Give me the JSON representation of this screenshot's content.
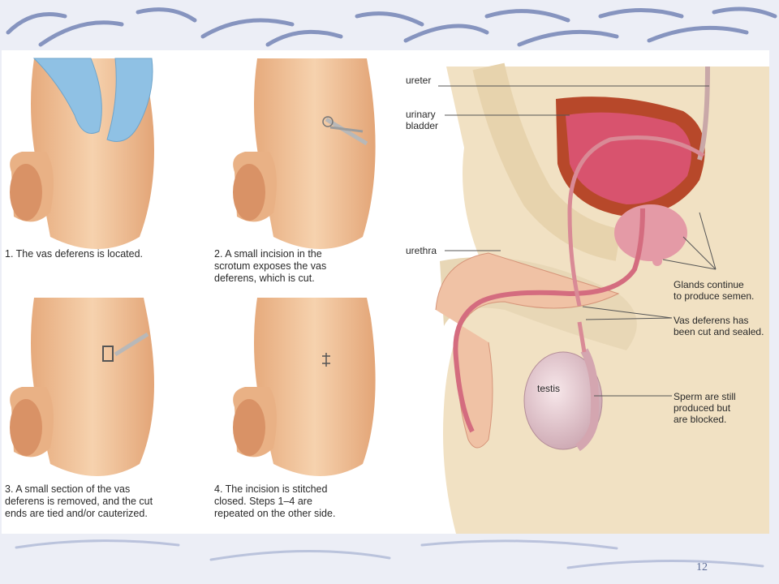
{
  "steps": [
    {
      "text": "1.  The vas deferens is located."
    },
    {
      "text": "2.  A small incision in the\n     scrotum exposes the vas\n     deferens, which is cut."
    },
    {
      "text": "3.  A small section of the vas\n     deferens is removed, and the cut\n     ends are tied and/or cauterized."
    },
    {
      "text": "4.  The incision is stitched\n     closed. Steps 1–4 are\n     repeated on the other side."
    }
  ],
  "anatomy_labels": {
    "ureter": "ureter",
    "urinary_bladder": "urinary\nbladder",
    "urethra": "urethra",
    "glands": "Glands continue\nto produce semen.",
    "vas_cut": "Vas deferens has\nbeen cut and sealed.",
    "testis": "testis",
    "sperm": "Sperm are still\nproduced but\nare blocked."
  },
  "page_number": "12",
  "colors": {
    "skin": "#f3c9a1",
    "skin_shadow": "#d99e72",
    "glove": "#8fc1e4",
    "bladder": "#d8536e",
    "tissue": "#f1e1c3",
    "decor": "#5d6ea6"
  }
}
